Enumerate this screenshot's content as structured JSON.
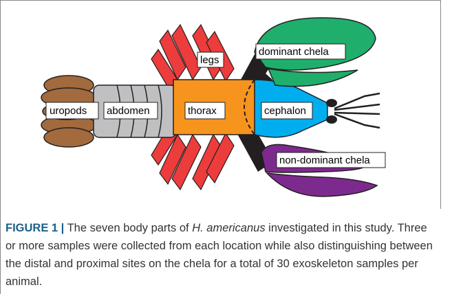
{
  "labels": {
    "uropods": "uropods",
    "abdomen": "abdomen",
    "thorax": "thorax",
    "cephalon": "cephalon",
    "legs": "legs",
    "dominant_chela": "dominant chela",
    "non_dominant_chela": "non-dominant chela"
  },
  "caption": {
    "label": "FIGURE 1 |",
    "text_before": " The seven body parts of ",
    "species": "H. americanus",
    "text_after": " investigated in this study. Three or more samples were collected from each location while also distinguishing between the distal and proximal sites on the chela for a total of 30 exoskeleton samples per animal."
  },
  "colors": {
    "uropods": "#a26a3d",
    "abdomen": "#c0c0c2",
    "thorax": "#f7941d",
    "cephalon": "#00aeef",
    "legs": "#ed3c3c",
    "dominant_chela": "#1fae6b",
    "non_dominant_chela": "#7d2a8f",
    "arms": "#231f20"
  }
}
